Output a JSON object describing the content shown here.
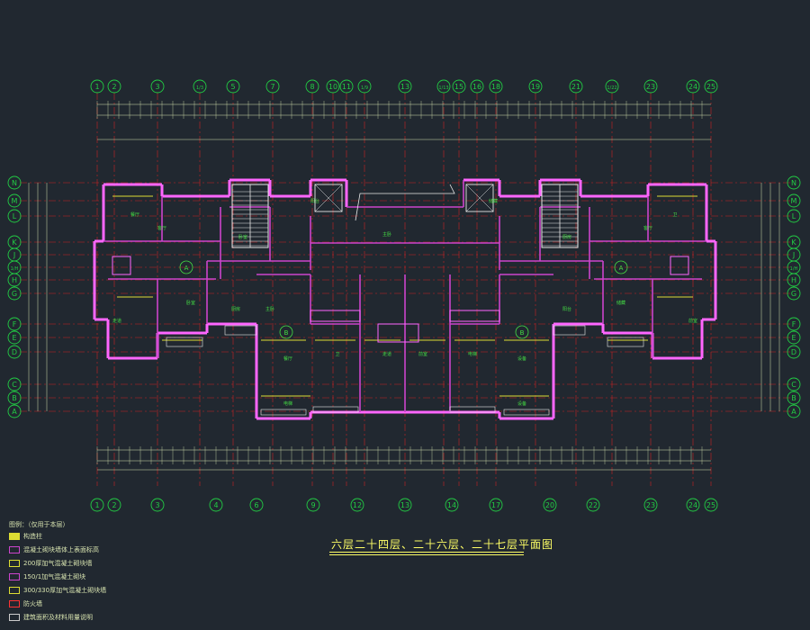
{
  "drawing_title": "六层二十四层、二十六层、二十七层平面图",
  "colors": {
    "background": "#212830",
    "axis_line": "#cc2222",
    "axis_bubble": "#22cc44",
    "wall": "#cc44cc",
    "wall_outline": "#ff66ff",
    "dimension": "#d8e4b0",
    "room_label": "#44dd44",
    "stair": "#e8e8e8",
    "yellow_wall": "#dddd33",
    "white_line": "#e8e8e8",
    "title": "#ffff66"
  },
  "axes_top": [
    "1",
    "2",
    "3",
    "1/3",
    "5",
    "7",
    "8",
    "10",
    "11",
    "1/9",
    "13",
    "1/13",
    "15",
    "16",
    "18",
    "19",
    "21",
    "1/22",
    "23",
    "24",
    "25"
  ],
  "axes_bottom": [
    "1",
    "2",
    "3",
    "4",
    "6",
    "9",
    "12",
    "13",
    "14",
    "17",
    "20",
    "22",
    "23",
    "24",
    "25"
  ],
  "axes_left": [
    "N",
    "M",
    "L",
    "K",
    "J",
    "1/H",
    "H",
    "G",
    "F",
    "E",
    "D",
    "C",
    "B",
    "A"
  ],
  "axes_right": [
    "N",
    "M",
    "L",
    "K",
    "J",
    "1/H",
    "H",
    "G",
    "F",
    "E",
    "D",
    "C",
    "B",
    "A"
  ],
  "legend": {
    "heading": "图例：（仅用于本层）",
    "items": [
      {
        "color": "#dddd33",
        "text": "构造柱"
      },
      {
        "color": "#cc44cc",
        "text": "混凝土砌块墙体上表面标高"
      },
      {
        "color": "#dddd33",
        "text": "200厚加气混凝土砌块墙"
      },
      {
        "color": "#cc44cc",
        "text": "150/1加气混凝土砌块"
      },
      {
        "color": "#dddd33",
        "text": "300/330厚加气混凝土砌块墙"
      },
      {
        "color": "#ff3333",
        "text": "防火墙"
      },
      {
        "color": "#cccccc",
        "text": "建筑面积及材料用量说明"
      }
    ]
  },
  "unit_marks": [
    "A",
    "B",
    "B",
    "A"
  ],
  "room_labels": [
    "客厅",
    "卧室",
    "厨房",
    "主卧",
    "餐厅",
    "卫",
    "走道",
    "前室",
    "电梯",
    "设备",
    "阳台",
    "储藏"
  ]
}
